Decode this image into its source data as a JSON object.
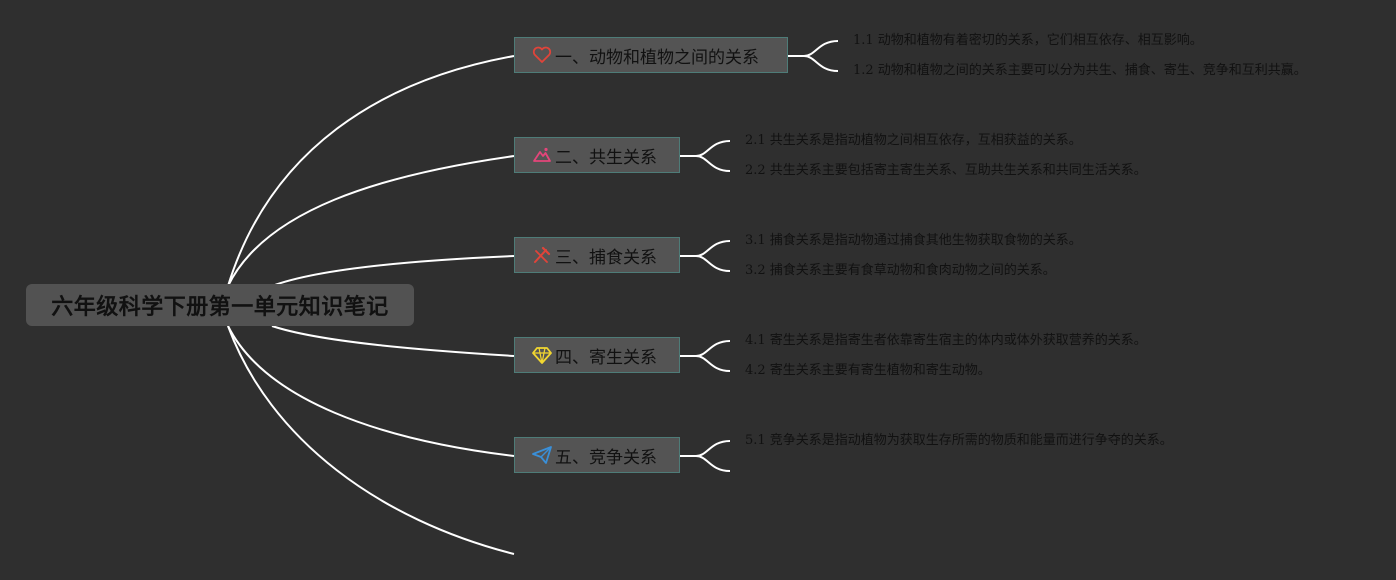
{
  "root": {
    "label": "六年级科学下册第一单元知识笔记"
  },
  "topics": [
    {
      "label": "一、动物和植物之间的关系",
      "icon": "heart-icon",
      "icon_color": "#e0443a",
      "children": [
        "1.1 动物和植物有着密切的关系，它们相互依存、相互影响。",
        "1.2 动物和植物之间的关系主要可以分为共生、捕食、寄生、竞争和互利共赢。"
      ]
    },
    {
      "label": "二、共生关系",
      "icon": "mountain-icon",
      "icon_color": "#e4457a",
      "children": [
        "2.1 共生关系是指动植物之间相互依存，互相获益的关系。",
        "2.2 共生关系主要包括寄主寄生关系、互助共生关系和共同生活关系。"
      ]
    },
    {
      "label": "三、捕食关系",
      "icon": "tools-icon",
      "icon_color": "#e0443a",
      "children": [
        "3.1 捕食关系是指动物通过捕食其他生物获取食物的关系。",
        "3.2 捕食关系主要有食草动物和食肉动物之间的关系。"
      ]
    },
    {
      "label": "四、寄生关系",
      "icon": "diamond-icon",
      "icon_color": "#f2d730",
      "children": [
        "4.1 寄生关系是指寄生者依靠寄生宿主的体内或体外获取营养的关系。",
        "4.2 寄生关系主要有寄生植物和寄生动物。"
      ]
    },
    {
      "label": "五、竞争关系",
      "icon": "paper-plane-icon",
      "icon_color": "#3a8fd8",
      "children": [
        "5.1 竞争关系是指动植物为获取生存所需的物质和能量而进行争夺的关系。",
        ""
      ]
    }
  ]
}
